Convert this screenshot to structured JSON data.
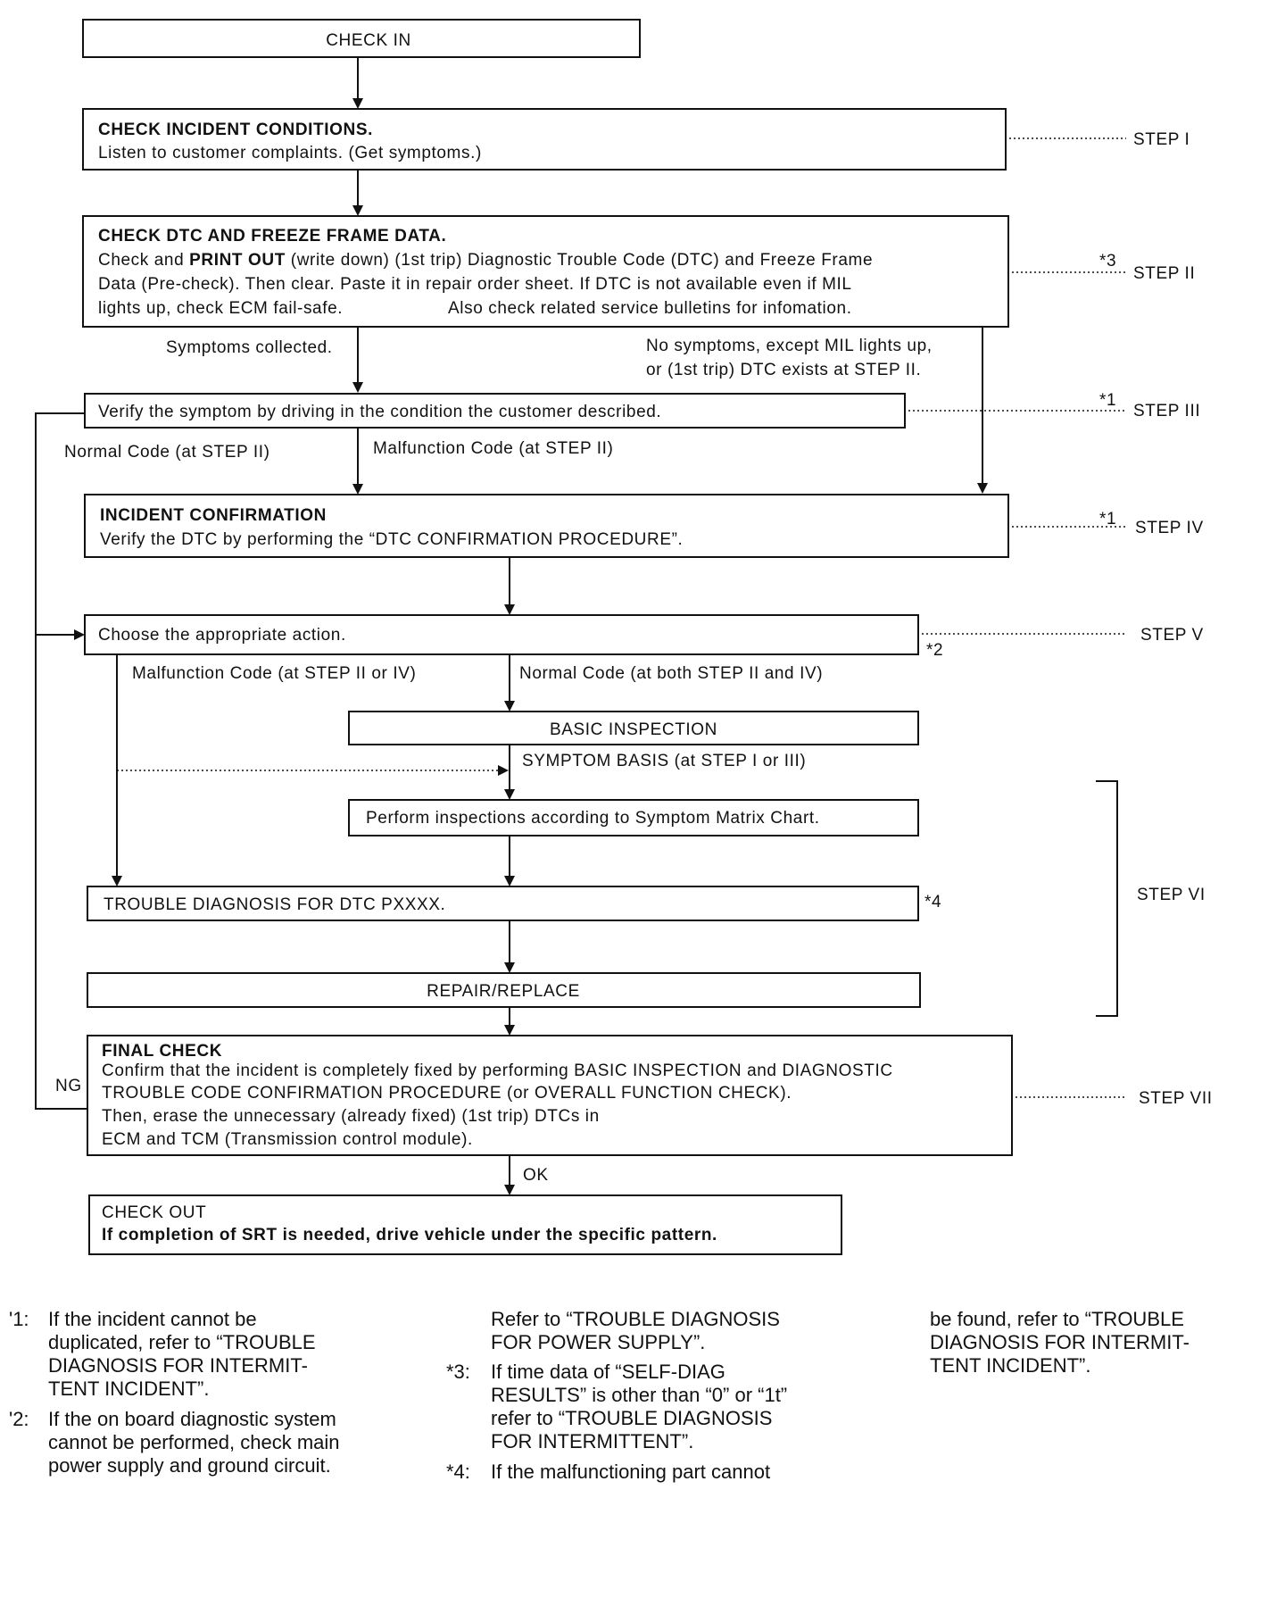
{
  "check_in": {
    "label": "CHECK IN"
  },
  "step1_box": {
    "title": "CHECK INCIDENT CONDITIONS.",
    "line1": "Listen to customer complaints. (Get symptoms.)"
  },
  "step2_box": {
    "title": "CHECK DTC AND FREEZE FRAME DATA.",
    "line1_pre": "Check and ",
    "line1_bold": "PRINT OUT",
    "line1_post": " (write down) (1st trip) Diagnostic Trouble Code (DTC) and Freeze Frame",
    "line2": "Data (Pre-check). Then clear. Paste it in repair order sheet. If DTC is not available even if MIL",
    "line3_a": "lights up, check ECM fail-safe.",
    "line3_b": "Also check related service bulletins for infomation."
  },
  "branch_labels": {
    "symptoms_collected": "Symptoms collected.",
    "no_symptoms_line1": "No symptoms, except MIL lights up,",
    "no_symptoms_line2": "or (1st trip) DTC exists at STEP II.",
    "normal_code_step2": "Normal Code (at STEP II)",
    "malfunction_code_step2": "Malfunction Code (at STEP II)",
    "malfunction_code_step2_4": "Malfunction Code (at STEP II or IV)",
    "normal_code_both": "Normal Code (at both STEP II and IV)",
    "symptom_basis": "SYMPTOM BASIS (at STEP I or III)",
    "ng": "NG",
    "ok": "OK"
  },
  "step3_box": {
    "line1": "Verify the symptom by driving in the condition the customer described."
  },
  "step4_box": {
    "title": "INCIDENT CONFIRMATION",
    "line1": "Verify the DTC by performing the “DTC CONFIRMATION PROCEDURE”."
  },
  "step5_box": {
    "line1": "Choose the appropriate action."
  },
  "basic_inspection": {
    "label": "BASIC INSPECTION"
  },
  "symptom_matrix": {
    "label": "Perform inspections according to Symptom Matrix Chart."
  },
  "trouble_diagnosis": {
    "label": "TROUBLE DIAGNOSIS FOR DTC PXXXX."
  },
  "repair_replace": {
    "label": "REPAIR/REPLACE"
  },
  "final_check": {
    "title": "FINAL CHECK",
    "line1": "Confirm that the incident is completely fixed by performing BASIC INSPECTION and DIAGNOSTIC",
    "line2": "TROUBLE CODE CONFIRMATION PROCEDURE (or OVERALL FUNCTION CHECK).",
    "line3": "Then, erase the unnecessary (already fixed) (1st trip) DTCs in",
    "line4": "ECM and TCM (Transmission control module)."
  },
  "check_out": {
    "title": "CHECK OUT",
    "line1": "If completion of SRT is needed, drive vehicle under the specific pattern."
  },
  "steps": {
    "s1": "STEP I",
    "s2": "STEP II",
    "s3": "STEP III",
    "s4": "STEP IV",
    "s5": "STEP V",
    "s6": "STEP VI",
    "s7": "STEP VII"
  },
  "markers": {
    "m3": "*3",
    "m1a": "*1",
    "m1b": "*1",
    "m2": "*2",
    "m4": "*4"
  },
  "footnotes": {
    "n1_marker": "'1:",
    "n1_l1": "If the incident cannot be",
    "n1_l2": "duplicated, refer to “TROUBLE",
    "n1_l3": "DIAGNOSIS FOR INTERMIT-",
    "n1_l4": "TENT INCIDENT”.",
    "n2_marker": "'2:",
    "n2_l1": "If the on board diagnostic system",
    "n2_l2": "cannot be performed, check main",
    "n2_l3": "power supply and ground circuit.",
    "n2_cont_l1": "Refer to “TROUBLE DIAGNOSIS",
    "n2_cont_l2": "FOR POWER SUPPLY”.",
    "n3_marker": "*3:",
    "n3_l1": "If time data of “SELF-DIAG",
    "n3_l2": "RESULTS” is other than “0” or “1t”",
    "n3_l3": "refer to “TROUBLE DIAGNOSIS",
    "n3_l4": "FOR INTERMITTENT”.",
    "n4_marker": "*4:",
    "n4_l1": "If the malfunctioning part cannot",
    "n4_cont_l1": "be found, refer to “TROUBLE",
    "n4_cont_l2": "DIAGNOSIS FOR INTERMIT-",
    "n4_cont_l3": "TENT INCIDENT”."
  }
}
